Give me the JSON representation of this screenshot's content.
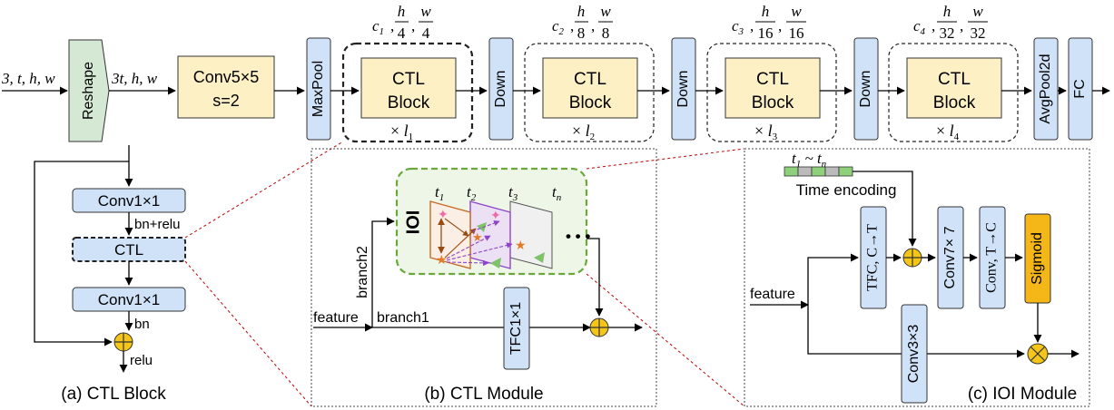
{
  "input": {
    "shape_in": "3, t, h, w",
    "shape_out": "3t, h, w"
  },
  "top": {
    "reshape": "Reshape",
    "conv_l1": "Conv5×5",
    "conv_l2": "s=2",
    "maxpool": "MaxPool",
    "down": "Down",
    "avgpool": "AvgPool2d",
    "fc": "FC",
    "stages": [
      {
        "c": "c",
        "csub": "1",
        "h_den": "4",
        "w_den": "4",
        "line1": "CTL",
        "line2": "Block",
        "rep": "l",
        "repsub": "1"
      },
      {
        "c": "c",
        "csub": "2",
        "h_den": "8",
        "w_den": "8",
        "line1": "CTL",
        "line2": "Block",
        "rep": "l",
        "repsub": "2"
      },
      {
        "c": "c",
        "csub": "3",
        "h_den": "16",
        "w_den": "16",
        "line1": "CTL",
        "line2": "Block",
        "rep": "l",
        "repsub": "3"
      },
      {
        "c": "c",
        "csub": "4",
        "h_den": "32",
        "w_den": "32",
        "line1": "CTL",
        "line2": "Block",
        "rep": "l",
        "repsub": "4"
      }
    ]
  },
  "panel_a": {
    "conv1": "Conv1×1",
    "bnrelu": "bn+relu",
    "ctl": "CTL",
    "conv2": "Conv1×1",
    "bn": "bn",
    "relu": "relu",
    "caption": "(a) CTL Block"
  },
  "panel_b": {
    "t1": "1",
    "t2": "2",
    "t3": "3",
    "tn": "n",
    "ioi": "IOI",
    "dots": "• • •",
    "branch2": "branch2",
    "branch1": "branch1",
    "feature": "feature",
    "tfc": "TFC1×1",
    "caption": "(b) CTL Module"
  },
  "panel_c": {
    "time_label": "Time encoding",
    "feature": "feature",
    "tfc": "TFC, C→T",
    "conv7": "Conv7× 7",
    "conv_tc": "Conv, T→C",
    "sigmoid": "Sigmoid",
    "conv3": "Conv3×3",
    "caption": "(c) IOI Module"
  },
  "colors": {
    "yellow": "#fdf0c4",
    "blue": "#cfe2f7",
    "green": "#d5e8d4",
    "sigmoid": "#f5b718",
    "op": "#f5c518",
    "dashed_red": "#c00000",
    "dashed_green": "#6aa83a",
    "orange": "#e07b28",
    "purple": "#8e44c9"
  }
}
